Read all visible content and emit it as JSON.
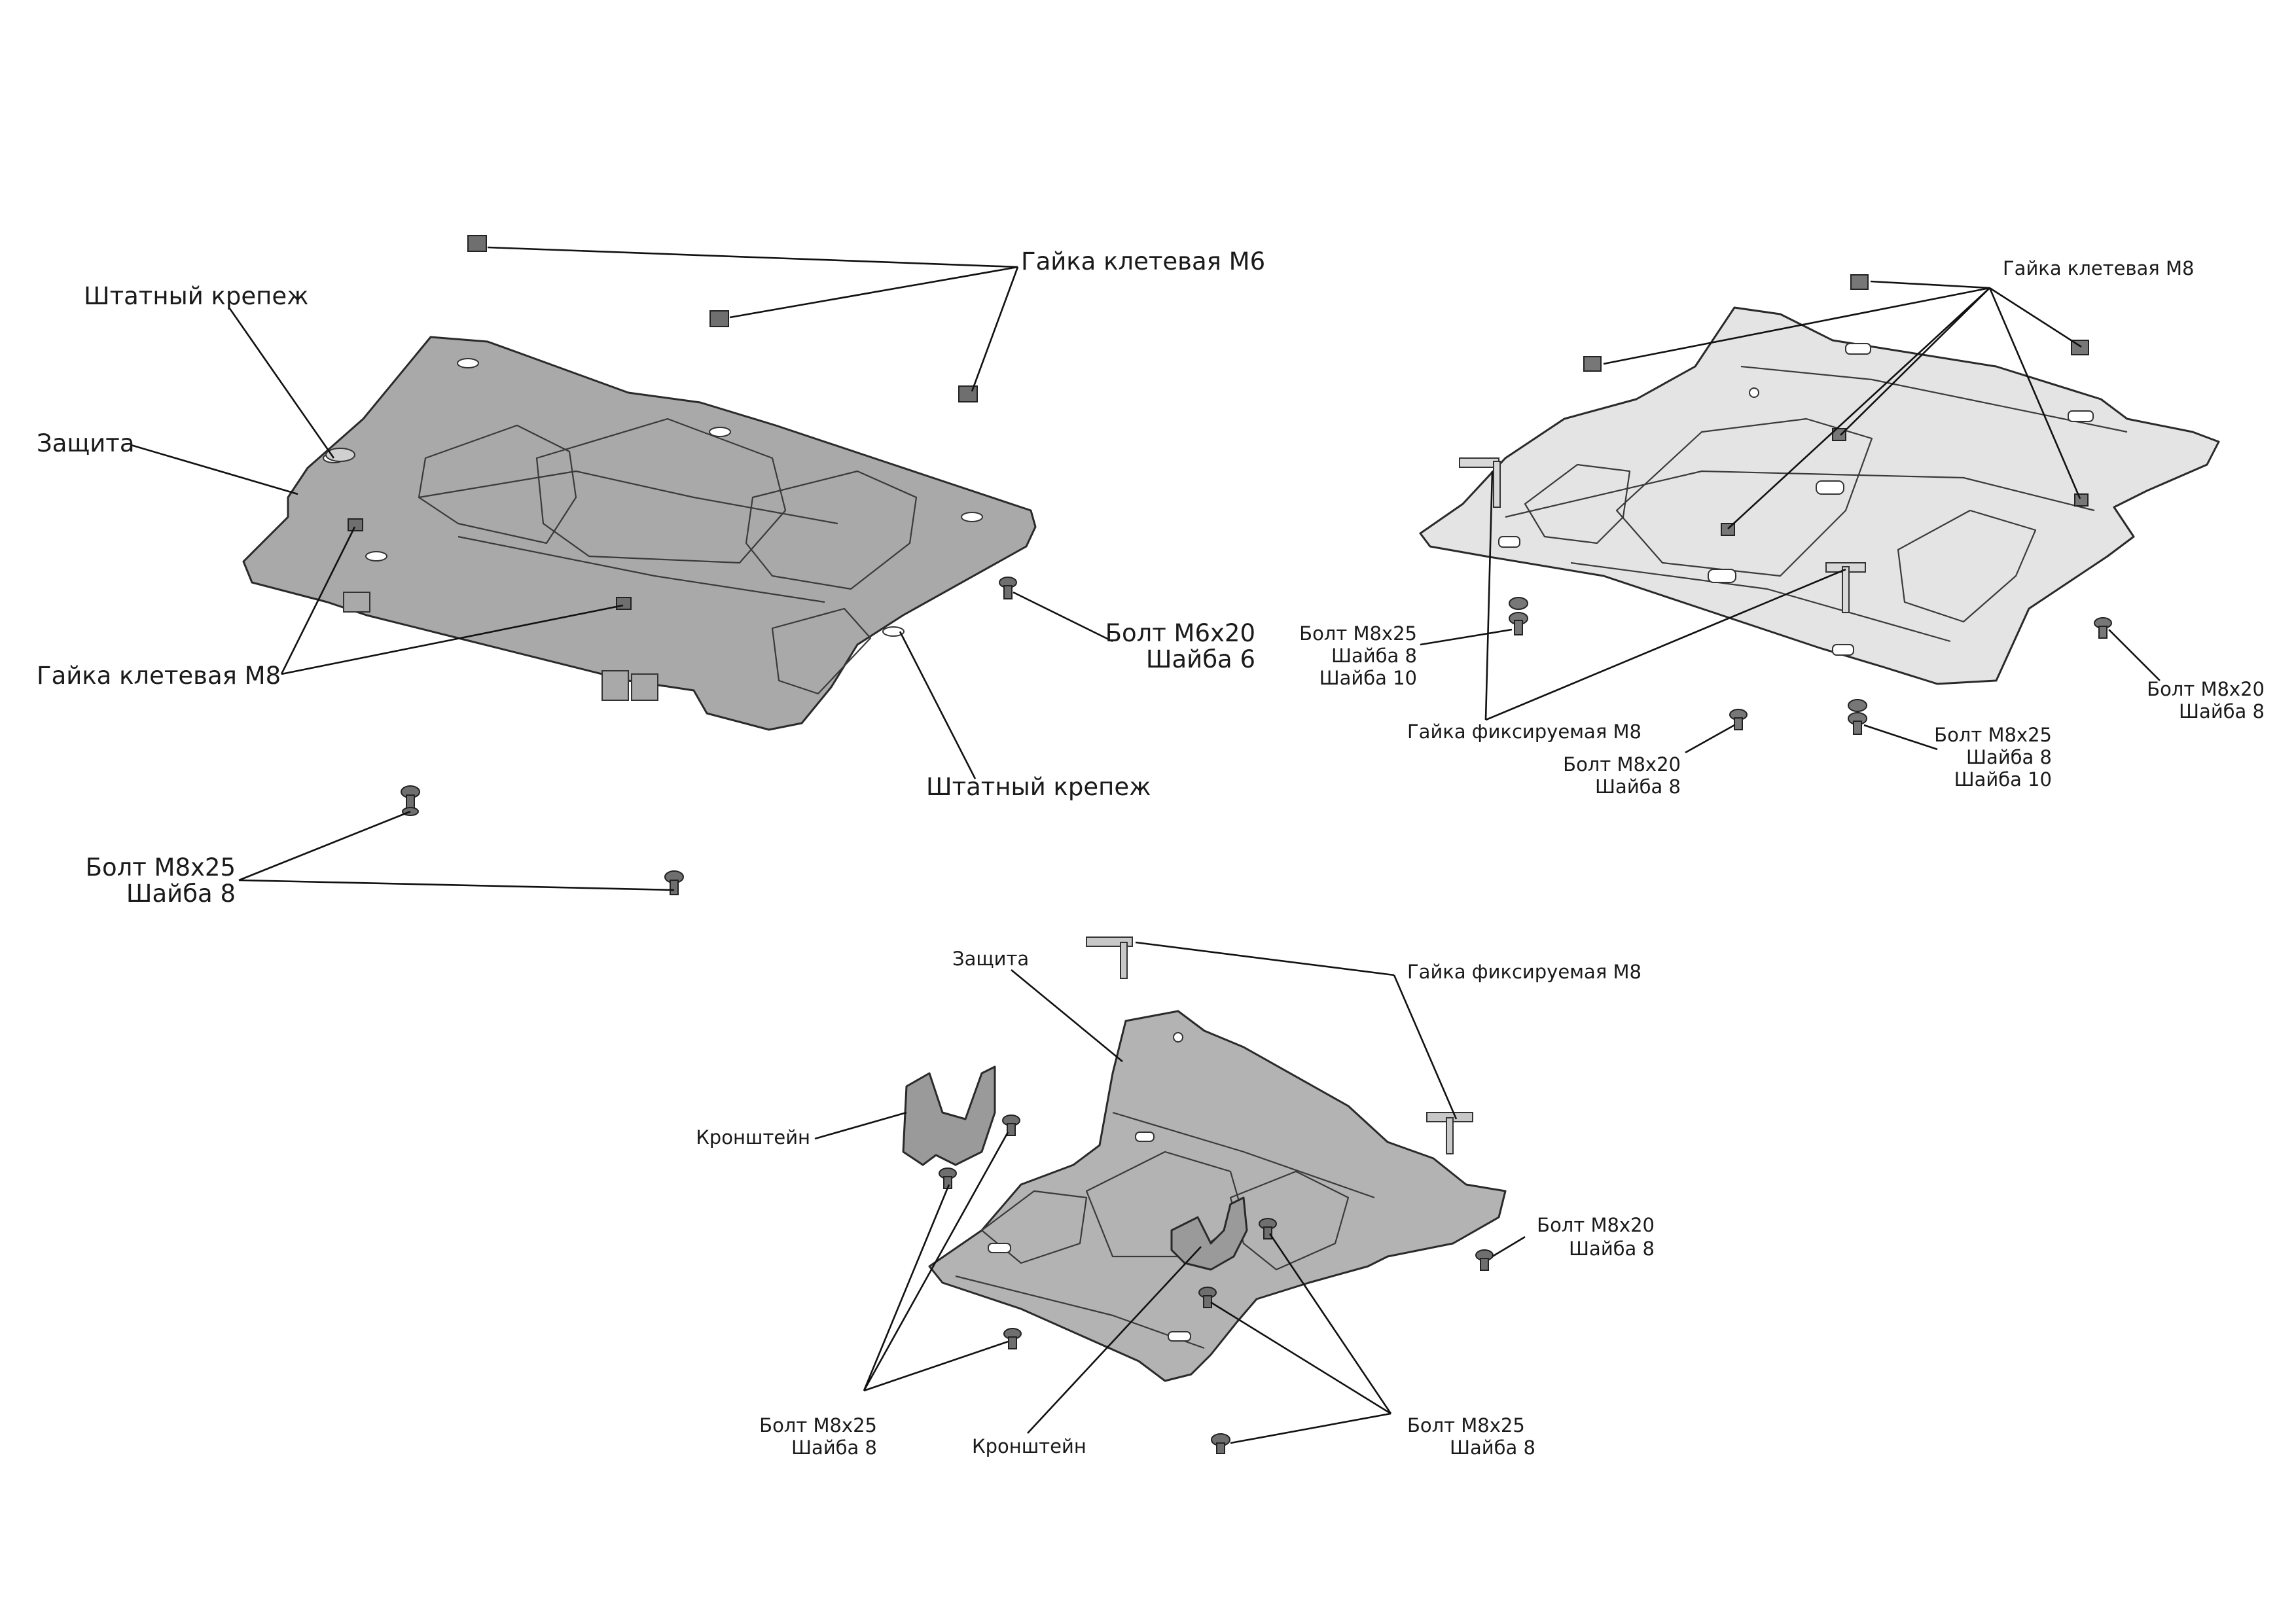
{
  "sheet_title": "",
  "diagrams": {
    "top_left": {
      "labels": {
        "nut_cage_m6": "Гайка клетевая М6",
        "std_fastener_top": "Штатный крепеж",
        "guard": "Защита",
        "nut_cage_m8": "Гайка клетевая М8",
        "bolt_m6_line1": "Болт М6х20",
        "bolt_m6_line2": "Шайба 6",
        "std_fastener_bottom": "Штатный крепеж",
        "bolt_m8_line1": "Болт М8х25",
        "bolt_m8_line2": "Шайба 8"
      }
    },
    "top_right": {
      "labels": {
        "nut_cage_m8": "Гайка клетевая М8",
        "bolt_a_line1": "Болт М8х25",
        "bolt_a_line2": "Шайба 8",
        "bolt_a_line3": "Шайба 10",
        "nut_fixed_m8": "Гайка фиксируемая М8",
        "bolt_b_line1": "Болт М8х20",
        "bolt_b_line2": "Шайба 8",
        "bolt_c_line1": "Болт М8х25",
        "bolt_c_line2": "Шайба 8",
        "bolt_c_line3": "Шайба 10",
        "bolt_d_line1": "Болт М8х20",
        "bolt_d_line2": "Шайба 8"
      }
    },
    "bottom": {
      "labels": {
        "guard": "Защита",
        "nut_fixed_m8": "Гайка фиксируемая М8",
        "bracket_left": "Кронштейн",
        "bolt_right_line1": "Болт М8х20",
        "bolt_right_line2": "Шайба 8",
        "bolt_left_line1": "Болт М8х25",
        "bolt_left_line2": "Шайба 8",
        "bracket_bottom": "Кронштейн",
        "bolt_low_line1": "Болт М8х25",
        "bolt_low_line2": "Шайба 8"
      }
    }
  },
  "colors": {
    "plate_dark": "#a9a9a9",
    "plate_light": "#e4e4e4",
    "plate_mid": "#b3b3b3",
    "hardware": "#6f6f6f",
    "ink": "#1a1a1a"
  }
}
